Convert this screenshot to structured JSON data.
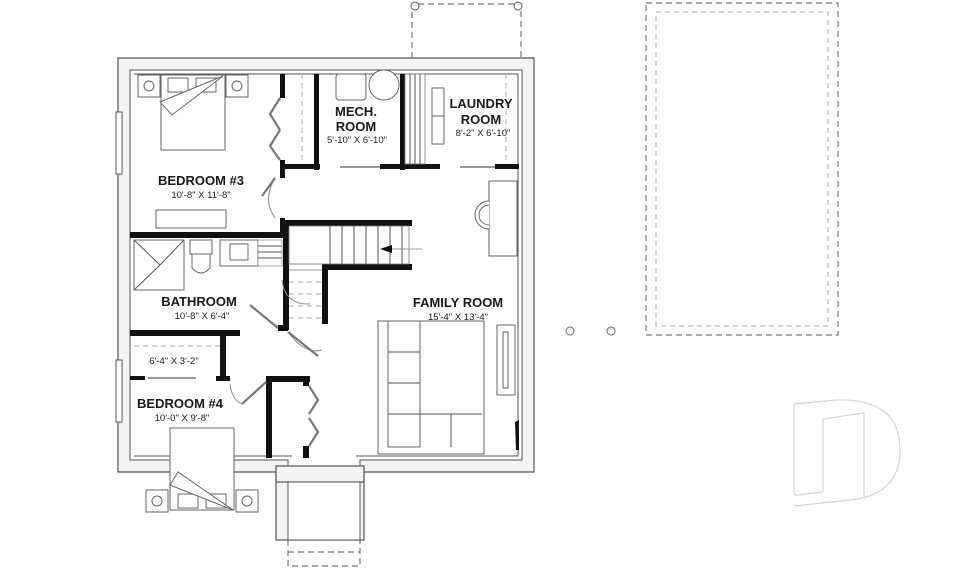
{
  "plan": {
    "type": "basement floor plan",
    "rooms": [
      {
        "id": "bedroom3",
        "name": "BEDROOM #3",
        "dimensions": "10'-8\" X 11'-8\""
      },
      {
        "id": "mech",
        "name_line1": "MECH.",
        "name_line2": "ROOM",
        "dimensions": "5'-10\" X 6'-10\""
      },
      {
        "id": "laundry",
        "name_line1": "LAUNDRY",
        "name_line2": "ROOM",
        "dimensions": "8'-2\" X 6'-10\""
      },
      {
        "id": "bathroom",
        "name": "BATHROOM",
        "dimensions": "10'-8\" X 6'-4\""
      },
      {
        "id": "closet",
        "name": "",
        "dimensions": "6'-4\" X 3'-2\""
      },
      {
        "id": "family",
        "name": "FAMILY ROOM",
        "dimensions": "15'-4\" X 13'-4\""
      },
      {
        "id": "bedroom4",
        "name": "BEDROOM #4",
        "dimensions": "10'-0\" X 9'-8\""
      }
    ],
    "icons": {
      "stair_arrow": "arrow-left",
      "watermark": "D-logo"
    },
    "colors": {
      "wall": "#111111",
      "concrete": "#f4f4f4",
      "line": "#555555",
      "background": "#ffffff"
    }
  }
}
